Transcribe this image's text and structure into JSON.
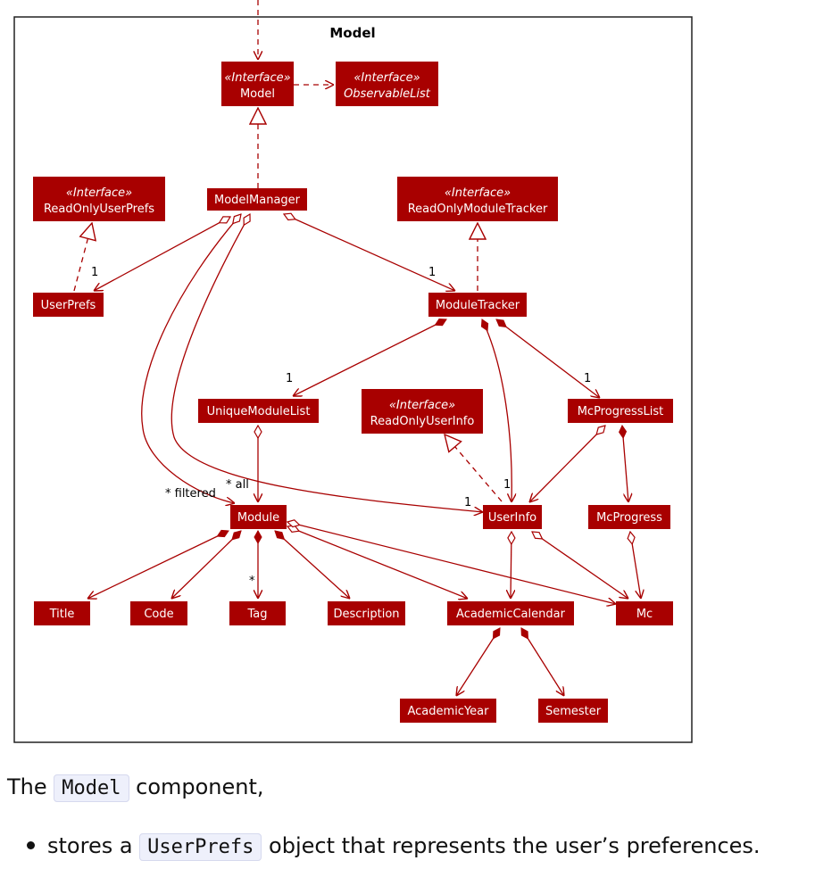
{
  "diagram": {
    "title": "Model",
    "stereotype": "«Interface»",
    "nodes": {
      "model": "Model",
      "observable_list": "ObservableList",
      "read_only_user_prefs": "ReadOnlyUserPrefs",
      "model_manager": "ModelManager",
      "read_only_module_tracker": "ReadOnlyModuleTracker",
      "user_prefs": "UserPrefs",
      "module_tracker": "ModuleTracker",
      "unique_module_list": "UniqueModuleList",
      "read_only_user_info": "ReadOnlyUserInfo",
      "mc_progress_list": "McProgressList",
      "module": "Module",
      "user_info": "UserInfo",
      "mc_progress": "McProgress",
      "title": "Title",
      "code": "Code",
      "tag": "Tag",
      "description": "Description",
      "academic_calendar": "AcademicCalendar",
      "mc": "Mc",
      "academic_year": "AcademicYear",
      "semester": "Semester"
    },
    "multiplicities": {
      "user_prefs": "1",
      "module_tracker": "1",
      "unique_module_list": "1",
      "mc_progress_list": "1",
      "user_info_from_tracker": "1",
      "user_info_from_manager": "1",
      "filtered": "* filtered",
      "all": "* all",
      "tag": "*"
    }
  },
  "text": {
    "para_prefix": "The ",
    "para_code": "Model",
    "para_suffix": " component,",
    "bullet_prefix": "stores a ",
    "bullet_code": "UserPrefs",
    "bullet_suffix": " object that represents the user’s preferences."
  }
}
